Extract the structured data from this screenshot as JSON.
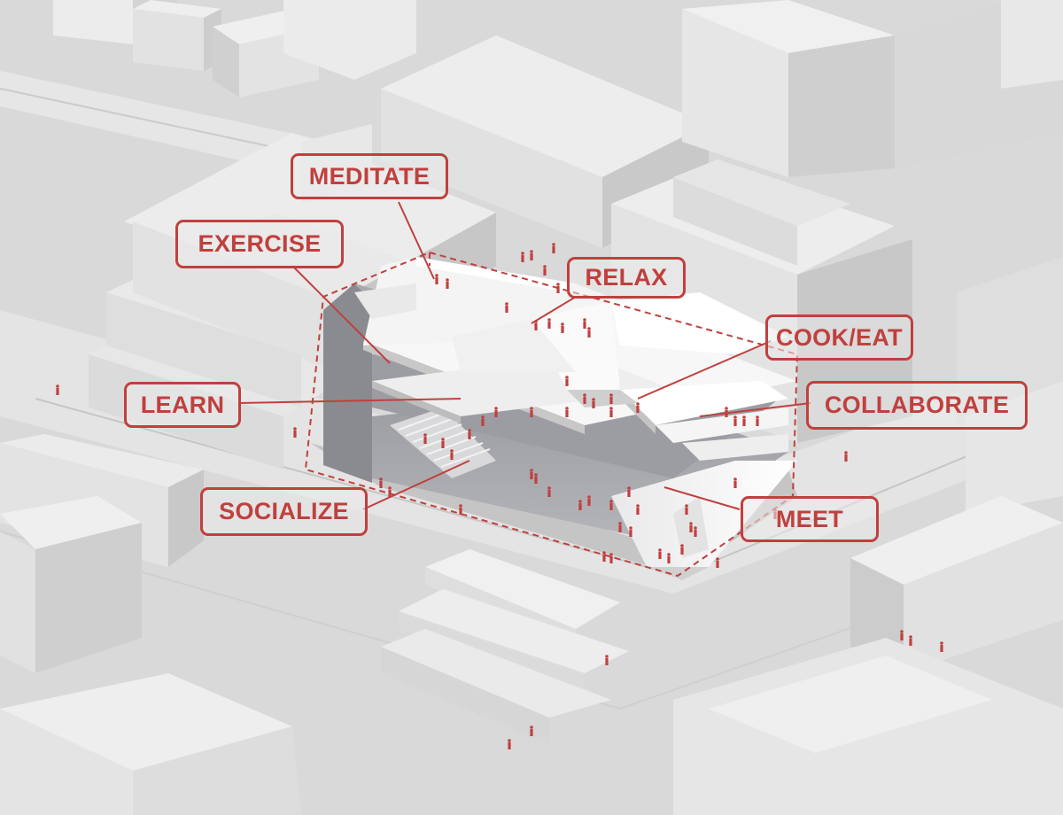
{
  "labels": {
    "meditate": "MEDITATE",
    "exercise": "EXERCISE",
    "relax": "RELAX",
    "cook_eat": "COOK/EAT",
    "learn": "LEARN",
    "collaborate": "COLLABORATE",
    "socialize": "SOCIALIZE",
    "meet": "MEET"
  },
  "colors": {
    "annotation": "#c0403e",
    "ground": "#dcdcdc",
    "building_top": "#ececec",
    "building_side_light": "#e0e0e0",
    "building_side_dark": "#cfcfcf",
    "shadow": "#b9b9b9",
    "interior_dark": "#8e8f93",
    "slab": "#f8f8f8"
  }
}
